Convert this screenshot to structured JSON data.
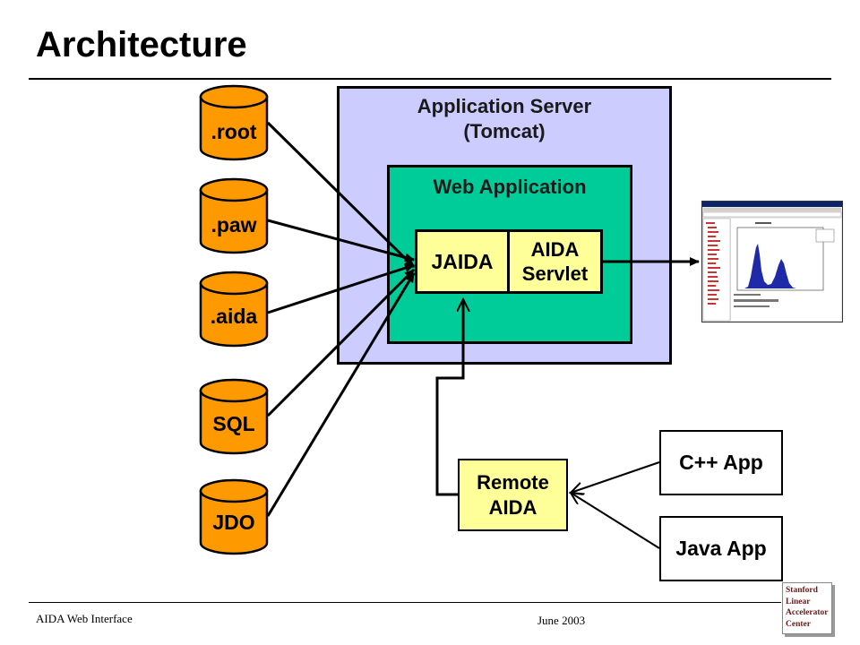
{
  "title": "Architecture",
  "footer": {
    "left": "AIDA Web Interface",
    "date": "June 2003"
  },
  "logo": {
    "lines": [
      "Stanford",
      "Linear",
      "Accelerator",
      "Center"
    ]
  },
  "data_sources": [
    ".root",
    ".paw",
    ".aida",
    "SQL",
    "JDO"
  ],
  "app_server": {
    "line1": "Application Server",
    "line2": "(Tomcat)"
  },
  "web_app": {
    "label": "Web Application"
  },
  "jaida": {
    "label": "JAIDA"
  },
  "aida_servlet": {
    "line1": "AIDA",
    "line2": "Servlet"
  },
  "remote_aida": {
    "line1": "Remote",
    "line2": "AIDA"
  },
  "clients": {
    "cpp": "C++ App",
    "java": "Java App"
  },
  "colors": {
    "cylinder": "#ff9900",
    "app_server": "#ccccff",
    "web_app": "#00cc99",
    "component": "#ffff99"
  }
}
